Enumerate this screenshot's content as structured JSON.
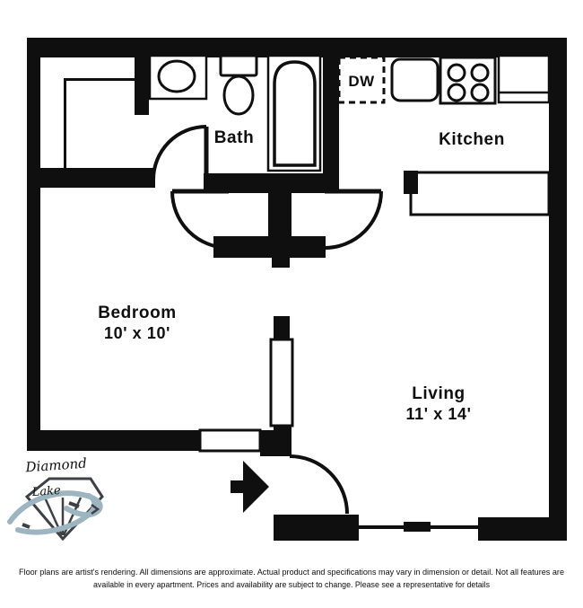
{
  "floor_plan": {
    "wall_color": "#0f0f0f",
    "rooms": {
      "bath": {
        "label": "Bath"
      },
      "kitchen": {
        "label": "Kitchen"
      },
      "bedroom": {
        "label": "Bedroom",
        "dimensions": "10' x 10'"
      },
      "living": {
        "label": "Living",
        "dimensions": "11' x 14'"
      }
    },
    "appliances": {
      "dishwasher_label": "DW"
    },
    "fixture_icons": [
      "bathtub-icon",
      "toilet-icon",
      "bath-sink-icon",
      "kitchen-sink-icon",
      "stove-icon",
      "fridge-icon",
      "dishwasher-icon",
      "counter-bar",
      "entry-arrow-icon",
      "door-swing-icon"
    ]
  },
  "logo": {
    "name_line1": "Diamond",
    "name_line2": "Lake",
    "text_color": "#9aa0a6",
    "accent_text_color": "#8da4b0",
    "swoosh_color": "#9db5c0",
    "diamond_color": "#3d4046"
  },
  "disclaimer": {
    "text_color": "#c5c8ca",
    "line1": "Floor plans are artist's rendering. All dimensions are approximate. Actual product and specifications may vary in dimension or detail. Not all features are",
    "line2": "available in every apartment. Prices and availability are subject to change. Please see a representative for details"
  }
}
